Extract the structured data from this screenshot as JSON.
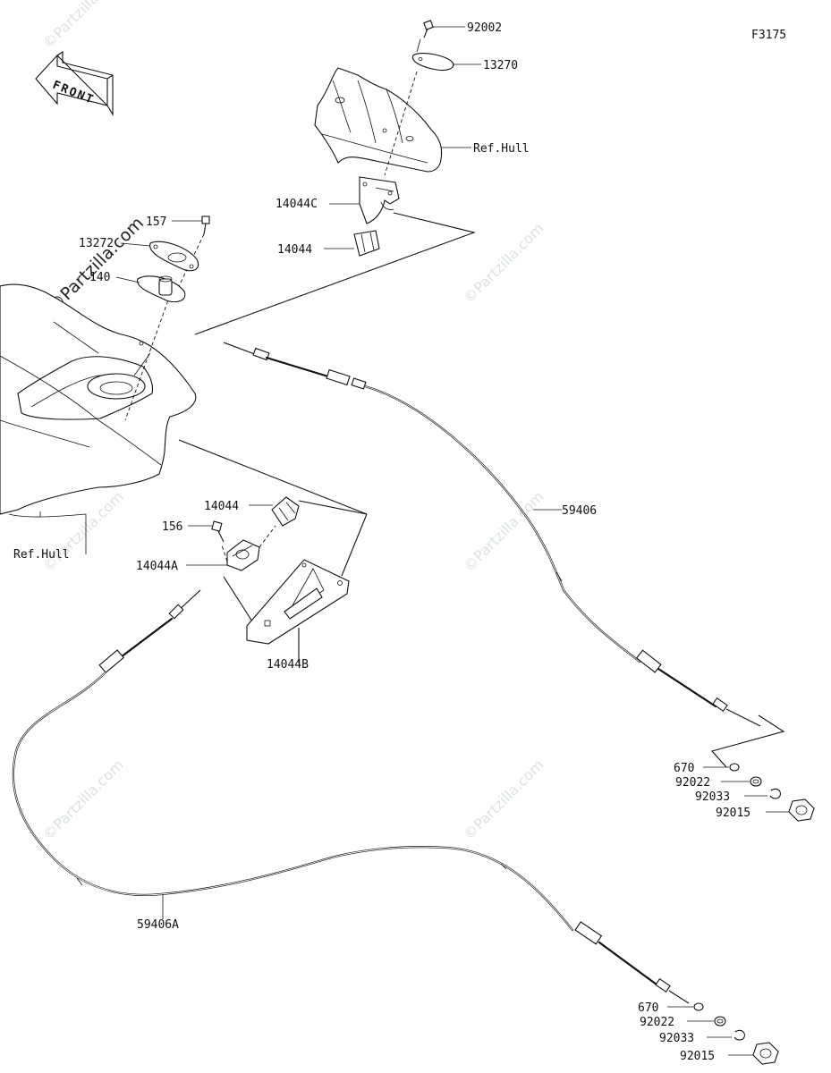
{
  "figure_code": "F3175",
  "front_arrow": {
    "label": "FRONT"
  },
  "watermarks": [
    "©Partzilla.com"
  ],
  "labels": {
    "p92002": "92002",
    "p13270": "13270",
    "ref_hull_top": "Ref.Hull",
    "p14044C": "14044C",
    "p14044_top": "14044",
    "p157": "157",
    "p13272": "13272",
    "p1404x": "140",
    "ref_hull_left": "Ref.Hull",
    "p14044_mid": "14044",
    "p156": "156",
    "p14044A": "14044A",
    "p14044B": "14044B",
    "p59406": "59406",
    "p59406A": "59406A",
    "upper_hw": [
      "670",
      "92022",
      "92033",
      "92015"
    ],
    "lower_hw": [
      "670",
      "92022",
      "92033",
      "92015"
    ]
  }
}
